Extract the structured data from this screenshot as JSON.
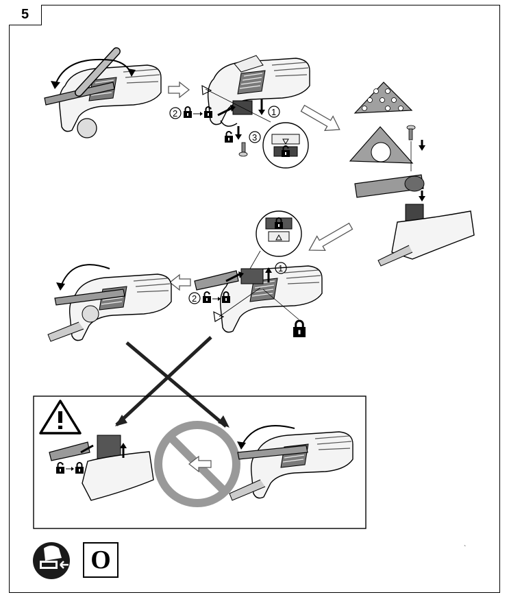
{
  "page": {
    "step_number": "5"
  },
  "callouts": {
    "step_remove_tool": "1",
    "step_rotate_lever": "2",
    "step_screw": "3",
    "step_lift_collar": "1",
    "step_relock": "2"
  },
  "footer": {
    "mode_label": "O"
  },
  "colors": {
    "line": "#000000",
    "tool_grey": "#9a9a9a",
    "dark": "#2b2b2b",
    "prohibit": "#999999"
  },
  "icons": [
    "warning-icon",
    "lock-icon",
    "unlock-icon",
    "battery-remove-icon",
    "prohibited-icon",
    "arrow-icon"
  ]
}
